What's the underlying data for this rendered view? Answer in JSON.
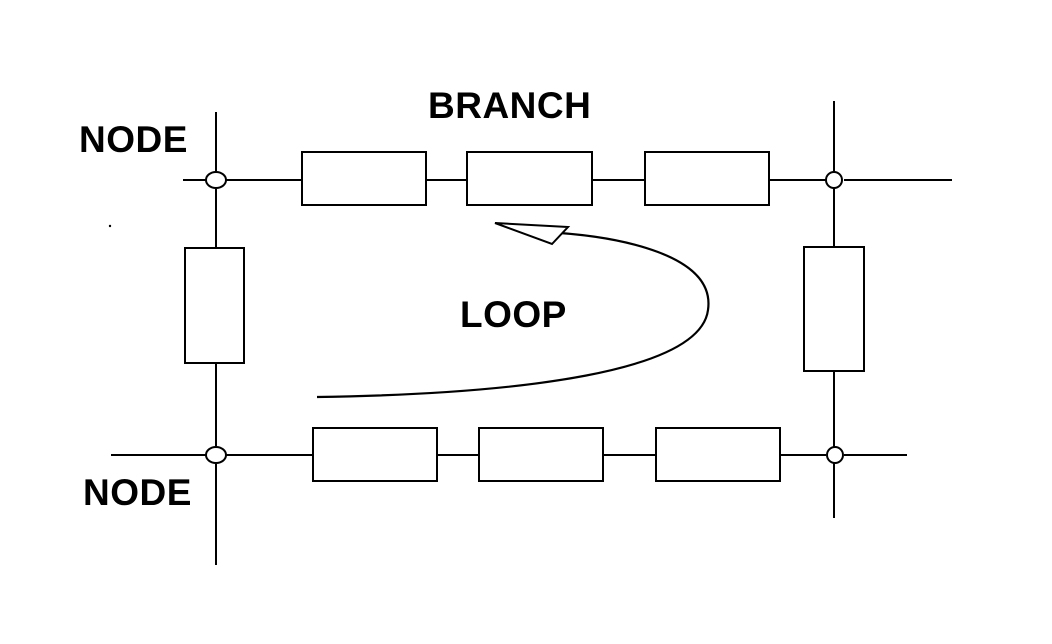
{
  "labels": {
    "node_top": "NODE",
    "node_bottom": "NODE",
    "branch": "BRANCH",
    "loop": "LOOP"
  },
  "colors": {
    "ink": "#000000",
    "background": "#ffffff"
  }
}
